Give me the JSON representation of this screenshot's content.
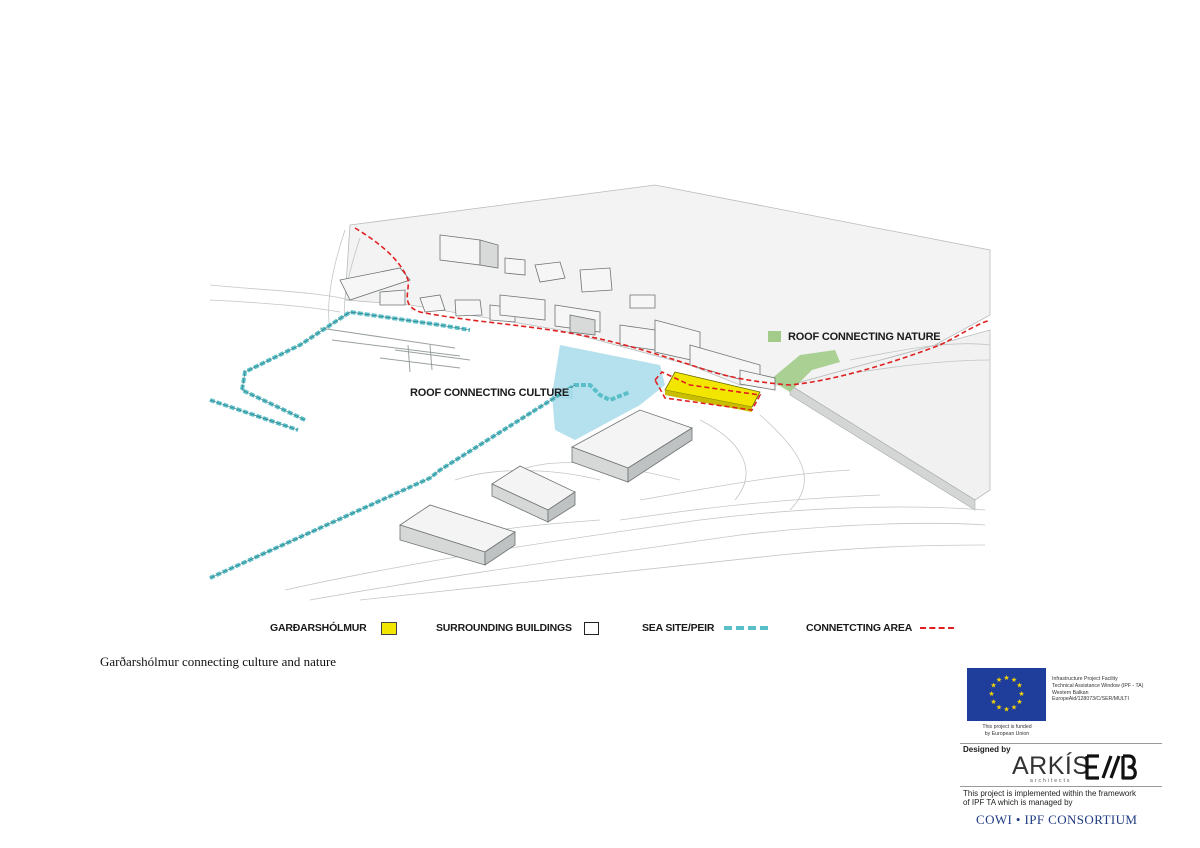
{
  "diagram": {
    "labels": {
      "roof_nature": "ROOF CONNECTING NATURE",
      "roof_culture": "ROOF CONNECTING CULTURE"
    },
    "colors": {
      "nature": "#a3cc8a",
      "culture": "#a8dbea",
      "building_highlight": "#f2e600",
      "sea_line": "#58bfc8",
      "connecting_line": "#e02020",
      "ground": "#f2f3f2"
    }
  },
  "legend": {
    "items": [
      {
        "label": "GARĐARSHÓLMUR",
        "icon": "yellow-square"
      },
      {
        "label": "SURROUNDING BUILDINGS",
        "icon": "white-square"
      },
      {
        "label": "SEA SITE/PEIR",
        "icon": "dashed-cyan-line"
      },
      {
        "label": "CONNETCTING AREA",
        "icon": "dashed-red-line"
      }
    ]
  },
  "caption": "Garðarshólmur connecting  culture and nature",
  "footer": {
    "eu": {
      "lines": [
        "Infrastructure Project Facility",
        "Technical Assistance Window (IPF - TA)",
        "Western Balkan",
        "EuropeAid/128073/C/SER/MULTI"
      ],
      "funded_line1": "This project is funded",
      "funded_line2": "by European Union"
    },
    "designed_by": "Designed by",
    "company": "ARKÍS",
    "company_sub": "architects",
    "implemented_line1": "This project is implemented within the framework",
    "implemented_line2": "of IPF TA which is managed by",
    "consortium": "COWI • IPF CONSORTIUM"
  }
}
